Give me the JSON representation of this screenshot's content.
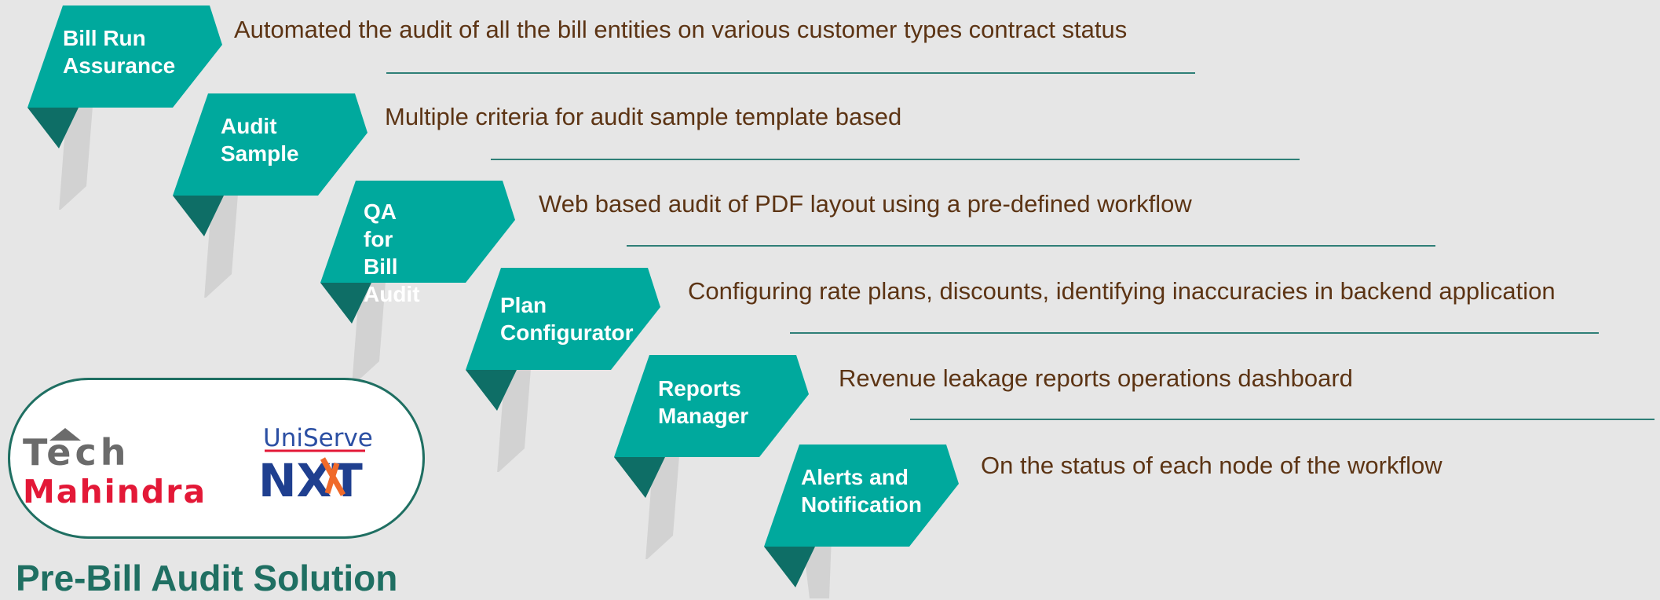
{
  "steps": [
    {
      "label": "Bill Run\nAssurance",
      "description": "Automated the audit of all the bill entities on various customer types contract status"
    },
    {
      "label": "Audit\nSample",
      "description": "Multiple criteria for audit sample template based"
    },
    {
      "label": "QA for\nBill Audit",
      "description": "Web based audit of PDF layout using a pre-defined workflow"
    },
    {
      "label": "Plan\nConfigurator",
      "description": "Configuring rate plans, discounts, identifying inaccuracies in backend application"
    },
    {
      "label": "Reports\nManager",
      "description": "Revenue leakage reports operations dashboard"
    },
    {
      "label": "Alerts and\nNotification",
      "description": "On the status of each node of the workflow"
    }
  ],
  "logos": {
    "tech_word": "Tech",
    "mahindra_word": "Mahindra",
    "uniserve_word": "UniServe",
    "nxt_word": "NXT"
  },
  "title": "Pre-Bill Audit Solution",
  "colors": {
    "teal": "#00a99d",
    "teal_dark": "#0e6e66",
    "description_text": "#5c3414",
    "title": "#1f6f62",
    "mahindra_red": "#e31837"
  }
}
